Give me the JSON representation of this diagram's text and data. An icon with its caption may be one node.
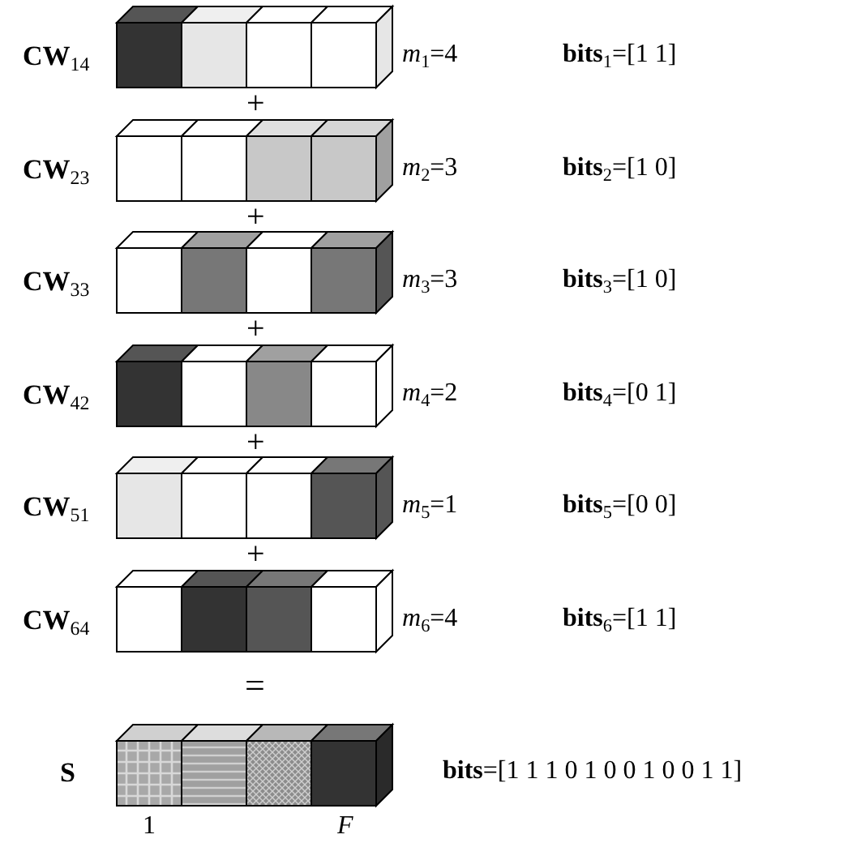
{
  "diagram": {
    "labels": [
      "**CW**$_{14}$",
      "*m*$_{1}$=4",
      "**bits**$_{1}$=[1 1]",
      "+",
      "**CW**$_{23}$",
      "*m*$_{2}$=3",
      "**bits**$_{2}$=[1 0]",
      "+",
      "**CW**$_{33}$",
      "*m*$_{3}$=3",
      "**bits**$_{3}$=[1 0]",
      "+",
      "**CW**$_{42}$",
      "*m*$_{4}$=2",
      "**bits**$_{4}$=[0 1]",
      "+",
      "**CW**$_{51}$",
      "*m*$_{5}$=1",
      "**bits**$_{5}$=[0 0]",
      "+",
      "**CW**$_{64}$",
      "*m*$_{6}$=4",
      "**bits**$_{6}$=[1 1]",
      "=",
      "S",
      "**bits**=[1 1 1 0 1 0 0 1 0 0 1 1]",
      "1",
      "F"
    ]
  }
}
